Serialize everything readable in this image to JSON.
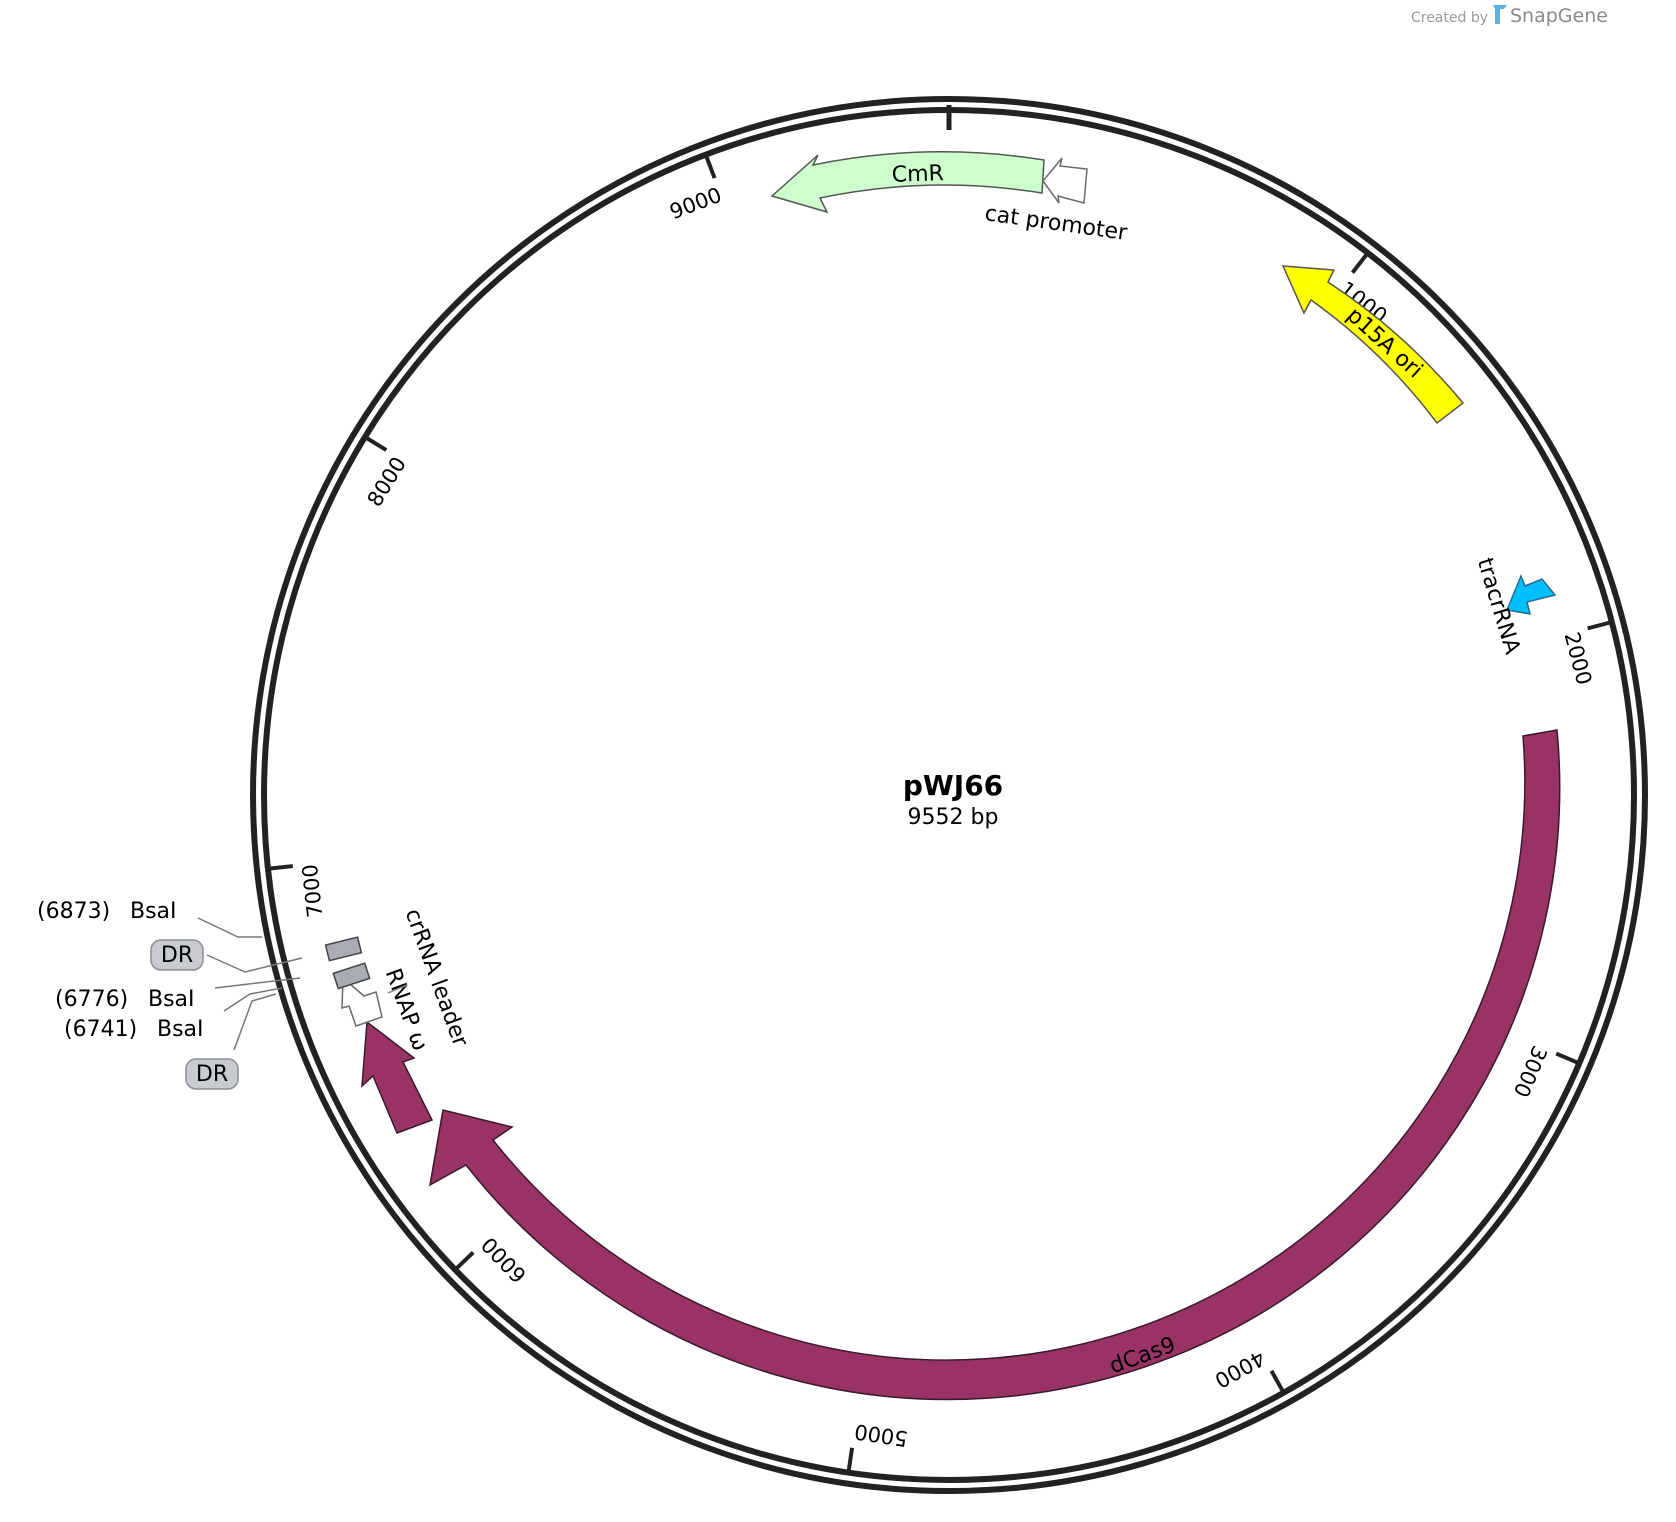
{
  "credit": {
    "created_by": "Created by",
    "brand": "SnapGene"
  },
  "plasmid": {
    "name": "pWJ66",
    "length_text": "9552 bp",
    "length_bp": 9552
  },
  "ticks": [
    {
      "bp": 1000,
      "label": "1000"
    },
    {
      "bp": 2000,
      "label": "2000"
    },
    {
      "bp": 3000,
      "label": "3000"
    },
    {
      "bp": 4000,
      "label": "4000"
    },
    {
      "bp": 5000,
      "label": "5000"
    },
    {
      "bp": 6000,
      "label": "6000"
    },
    {
      "bp": 7000,
      "label": "7000"
    },
    {
      "bp": 8000,
      "label": "8000"
    },
    {
      "bp": 9000,
      "label": "9000"
    }
  ],
  "features": {
    "cmr": {
      "label": "CmR",
      "color": "#ccffcc"
    },
    "cat_promoter": {
      "label": "cat promoter",
      "color": "#ffffff"
    },
    "p15a_ori": {
      "label": "p15A ori",
      "color": "#ffff00"
    },
    "tracrrna": {
      "label": "tracrRNA",
      "color": "#00bfff"
    },
    "dcas9": {
      "label": "dCas9",
      "color": "#993366"
    },
    "rnap_omega": {
      "label": "RNAP ω",
      "color": "#993366"
    },
    "crrna_leader": {
      "label": "crRNA leader",
      "color": "#ffffff"
    },
    "dr": {
      "label": "DR",
      "color": "#a8adb4"
    }
  },
  "sites": [
    {
      "position": "(6873)",
      "enzyme": "BsaI"
    },
    {
      "position": "(6776)",
      "enzyme": "BsaI"
    },
    {
      "position": "(6741)",
      "enzyme": "BsaI"
    }
  ],
  "callouts": [
    {
      "label": "DR"
    },
    {
      "label": "DR"
    }
  ]
}
